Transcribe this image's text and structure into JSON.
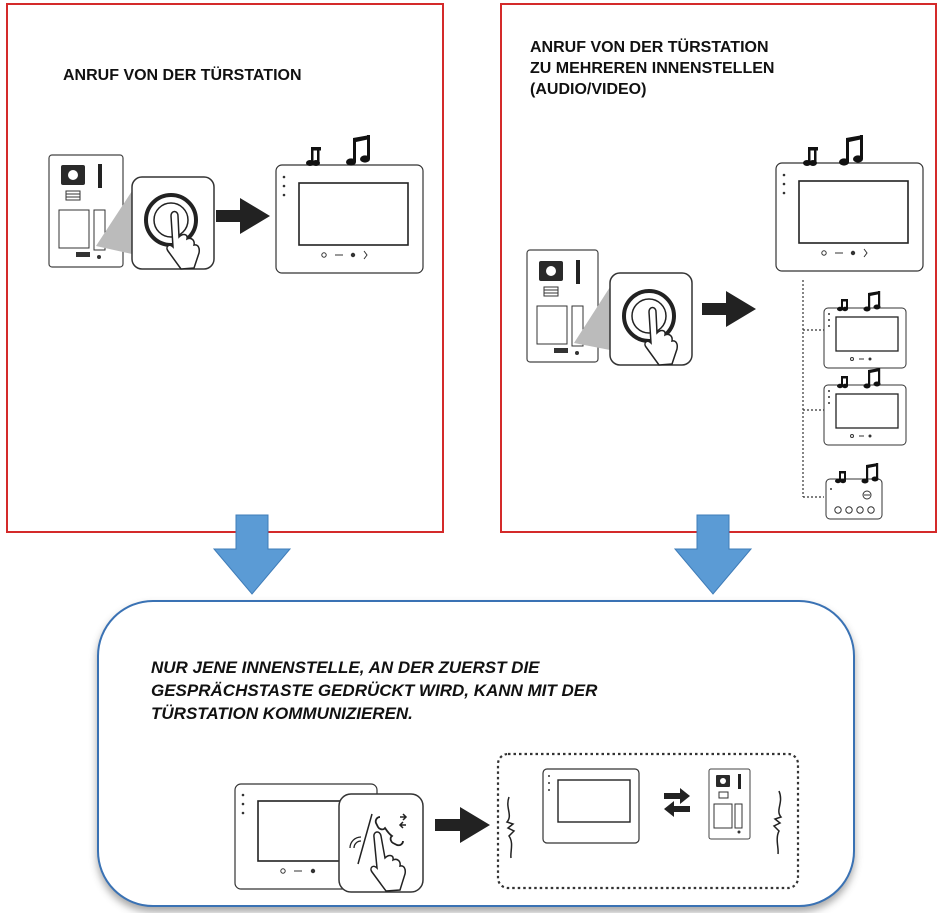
{
  "panels": {
    "left": {
      "title_lines": [
        "ANRUF VON DER TÜRSTATION"
      ]
    },
    "right": {
      "title_lines": [
        "ANRUF VON DER TÜRSTATION",
        "ZU MEHREREN INNENSTELLEN",
        "(AUDIO/VIDEO)"
      ]
    }
  },
  "bubble": {
    "text_lines": [
      "NUR JENE INNENSTELLE, AN DER ZUERST DIE",
      "GESPRÄCHSTASTE GEDRÜCKT WIRD, KANN MIT DER",
      "TÜRSTATION KOMMUNIZIEREN."
    ]
  },
  "colors": {
    "panel_border": "#d42a2a",
    "flow_arrow": "#5b9bd5",
    "bubble_border": "#3a72b4"
  }
}
